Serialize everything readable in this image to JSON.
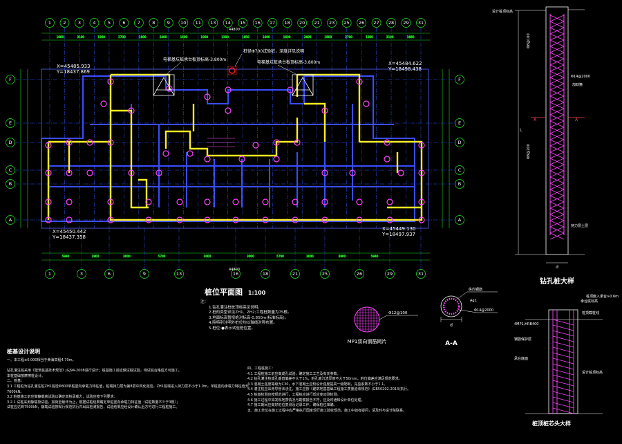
{
  "plan": {
    "title": "桩位平面图",
    "scale": "1:100",
    "notes_heading": "注：",
    "notes": [
      "1.钻孔灌注桩桩顶标高见说明。",
      "2.桩的类型详见ZH1、ZH2;工程桩数量为75根。",
      "3.地面标高暂按绝对标高-0.850m(标准标高)。",
      "4.除特别注明外桩位均以轴线对称布置。",
      "5.桩位:●表示试验桩位置。"
    ],
    "axis_top": [
      "1",
      "2",
      "3",
      "4",
      "5",
      "6",
      "7",
      "8",
      "9",
      "10",
      "11",
      "13",
      "14",
      "15",
      "16",
      "17",
      "18",
      "20",
      "21",
      "23",
      "25",
      "26",
      "27",
      "28",
      "29",
      "31"
    ],
    "axis_bottom": [
      "1",
      "3",
      "6",
      "9",
      "13",
      "16",
      "18",
      "21",
      "25",
      "26",
      "29",
      "31"
    ],
    "axis_rows": [
      "F",
      "E",
      "D",
      "C",
      "B",
      "A"
    ],
    "coords": [
      {
        "x": "X=45485.933",
        "y": "Y=18437.869"
      },
      {
        "x": "X=45484.622",
        "y": "Y=18498.438"
      },
      {
        "x": "X=45450.442",
        "y": "Y=18437.358"
      },
      {
        "x": "X=45449.130",
        "y": "Y=18497.937"
      }
    ],
    "callouts": [
      "电梯基坑桩承台板顶标高-3.800m",
      "电梯基坑桩承台板顶标高-3.800m",
      "桩径Φ700试验桩，深度详见说明"
    ],
    "dims_top": [
      "1660",
      "3100",
      "1300",
      "2700",
      "1800",
      "2400",
      "1600",
      "1000",
      "1300",
      "1950",
      "1000",
      "1600",
      "2400",
      "1800",
      "2700",
      "1300",
      "3100",
      "1660"
    ],
    "dims_bottom": [
      "5940",
      "3900",
      "3000",
      "5700",
      "3000",
      "3000",
      "5700",
      "3000",
      "3900",
      "5940"
    ],
    "total_dim": "44800"
  },
  "mp1": {
    "label": "MP1双向钢筋网片",
    "spec": "Φ12@100"
  },
  "section_aa": {
    "label": "A-A",
    "rebar_a": "纵向钢筋",
    "rebar_b": "Ag1",
    "spiral": "Φ14@2000",
    "dim": "d"
  },
  "pile_detail": {
    "title": "钻孔桩大样",
    "top_label": "设计桩顶标高",
    "stirrup_a": "Φ8@100",
    "stirrup_b": "Φ8@200",
    "spiral": "Φ14@2000",
    "spiral_note": "加劲箍",
    "length": "L",
    "section_mark": "A",
    "bearing": "持力层土层",
    "dim": "d"
  },
  "head_detail": {
    "title": "桩顶桩芯头大样",
    "top_note": "承台底标高",
    "embed": "桩顶嵌入承台≥0.6m",
    "main_bar": "4MP1,HRB400",
    "cover": "钢筋保护层",
    "cap": "承台底面",
    "cut_a": "桩顶截桩线",
    "cut_b": "设计桩顶标高"
  },
  "spec": {
    "title": "桩基设计说明",
    "left": [
      "一、本工程±0.000相当于黄海高程4.70m。",
      "",
      "  钻孔灌注桩采用《建筑桩基技术规范》JGJ94-2008进行设计；桩基施工前应做试桩试验，待试桩合格后方可施工。",
      "  本桩基础按摩擦桩设计。",
      "二、桩基：",
      "3.1  工程桩为钻孔灌注桩ZH1桩径Φ800单桩竖向承载力特征值，桩端持力层为第8层中风化泥岩，ZH1桩端进入持力层不小于1.0m，单桩竖向承载力特征值为",
      "     7600kN。",
      "3.2  桩基施工前应做静载荷试验以确定单桩承载力，试验应按下列要求：",
      "3.2.1  试桩采用静载荷试验，加荷至破坏为止，根据试桩结果确定单桩竖向承载力特征值（试桩数量不少于3根）；",
      "     试桩应达到7500kN，静载试验按现行规范执行并出具检测报告，试验结果应经设计确认后方可进行工程桩施工。"
    ],
    "right_head": "四、工程桩施工：",
    "right": [
      "4.1  工程桩施工前应做成孔试验，确定施工工艺及有关参数。",
      "4.2  钻孔灌注桩成孔垂直偏差不大于1%，桩孔底沉渣厚度不大于50mm，桩位偏差应满足规范要求。",
      "4.3  混凝土强度等级为C30，水下混凝土应较设计强度提高一级配制，充盈系数不小于1.1。",
      "4.4  灌注桩应采用导管法浇注，施工应按《建筑地基基础工程施工质量验收规范》(GB50202-2013)执行。",
      "4.5  桩基检测应按规范进行，工程桩应进行低应变动测检测。",
      "4.6  施工过程中如发现地质情况与勘察报告不符，应及时通知设计单位处理。",
      "4.7  施工期间应做好桩位复测及记录工作，确保桩位准确。",
      "五、施工单位在施工过程中应严格执行国家现行施工验收规范，施工中如有疑问，请及时与设计院联系。"
    ]
  }
}
